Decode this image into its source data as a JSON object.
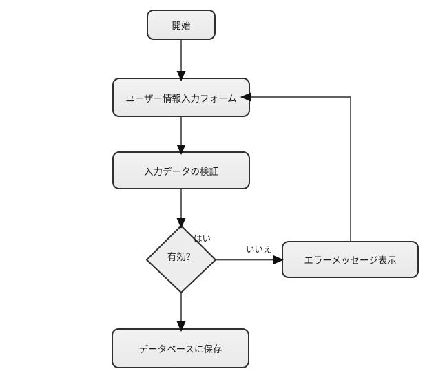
{
  "flowchart": {
    "nodes": {
      "start": {
        "label": "開始",
        "shape": "rounded-rect"
      },
      "form": {
        "label": "ユーザー情報入力フォーム",
        "shape": "rounded-rect"
      },
      "validate": {
        "label": "入力データの検証",
        "shape": "rounded-rect"
      },
      "decision": {
        "label": "有効？",
        "shape": "diamond"
      },
      "error": {
        "label": "エラーメッセージ表示",
        "shape": "rounded-rect"
      },
      "save": {
        "label": "データベースに保存",
        "shape": "rounded-rect"
      }
    },
    "edges": [
      {
        "from": "start",
        "to": "form"
      },
      {
        "from": "form",
        "to": "validate"
      },
      {
        "from": "validate",
        "to": "decision"
      },
      {
        "from": "decision",
        "to": "save",
        "label": "はい"
      },
      {
        "from": "decision",
        "to": "error",
        "label": "いいえ"
      },
      {
        "from": "error",
        "to": "form"
      }
    ],
    "colors": {
      "background": "#ffffff",
      "node_fill": "#ededed",
      "node_border": "#2f2f2f",
      "edge_line": "#4a4a4a",
      "arrowhead": "#111111",
      "text": "#1f1f1f"
    }
  }
}
